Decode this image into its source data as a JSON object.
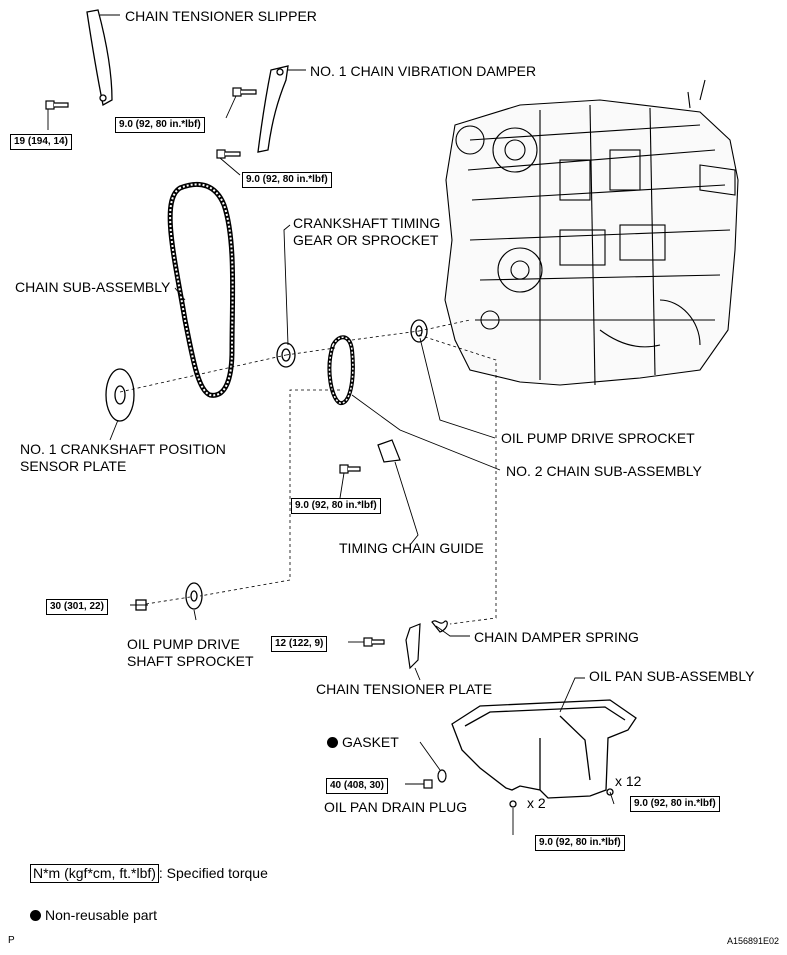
{
  "labels": {
    "chain_tensioner_slipper": "CHAIN TENSIONER SLIPPER",
    "no1_chain_vibration_damper": "NO. 1 CHAIN VIBRATION DAMPER",
    "crankshaft_timing_gear": "CRANKSHAFT TIMING GEAR OR SPROCKET",
    "chain_sub_assembly": "CHAIN SUB-ASSEMBLY",
    "no1_crankshaft_position_sensor_plate": "NO. 1 CRANKSHAFT POSITION SENSOR PLATE",
    "oil_pump_drive_sprocket": "OIL PUMP DRIVE SPROCKET",
    "no2_chain_sub_assembly": "NO. 2 CHAIN SUB-ASSEMBLY",
    "timing_chain_guide": "TIMING CHAIN GUIDE",
    "oil_pump_drive_shaft_sprocket": "OIL PUMP DRIVE SHAFT SPROCKET",
    "chain_damper_spring": "CHAIN DAMPER SPRING",
    "chain_tensioner_plate": "CHAIN TENSIONER PLATE",
    "oil_pan_sub_assembly": "OIL PAN SUB-ASSEMBLY",
    "gasket": "GASKET",
    "oil_pan_drain_plug": "OIL PAN DRAIN PLUG"
  },
  "torques": {
    "slipper": "19 (194, 14)",
    "damper_upper": "9.0 (92, 80 in.*lbf)",
    "damper_lower": "9.0 (92, 80 in.*lbf)",
    "chain_guide": "9.0 (92, 80 in.*lbf)",
    "shaft_sprocket_nut": "30 (301, 22)",
    "tensioner_plate": "12 (122, 9)",
    "drain_plug": "40 (408, 30)",
    "oil_pan_right": "9.0 (92, 80 in.*lbf)",
    "oil_pan_bottom": "9.0 (92, 80 in.*lbf)"
  },
  "quantities": {
    "x12": "x 12",
    "x2": "x 2"
  },
  "legend": {
    "torque_box": "N*m (kgf*cm, ft.*lbf)",
    "torque_text": ": Specified torque",
    "nonreusable": "Non-reusable part"
  },
  "footer": {
    "left": "P",
    "right": "A156891E02"
  }
}
